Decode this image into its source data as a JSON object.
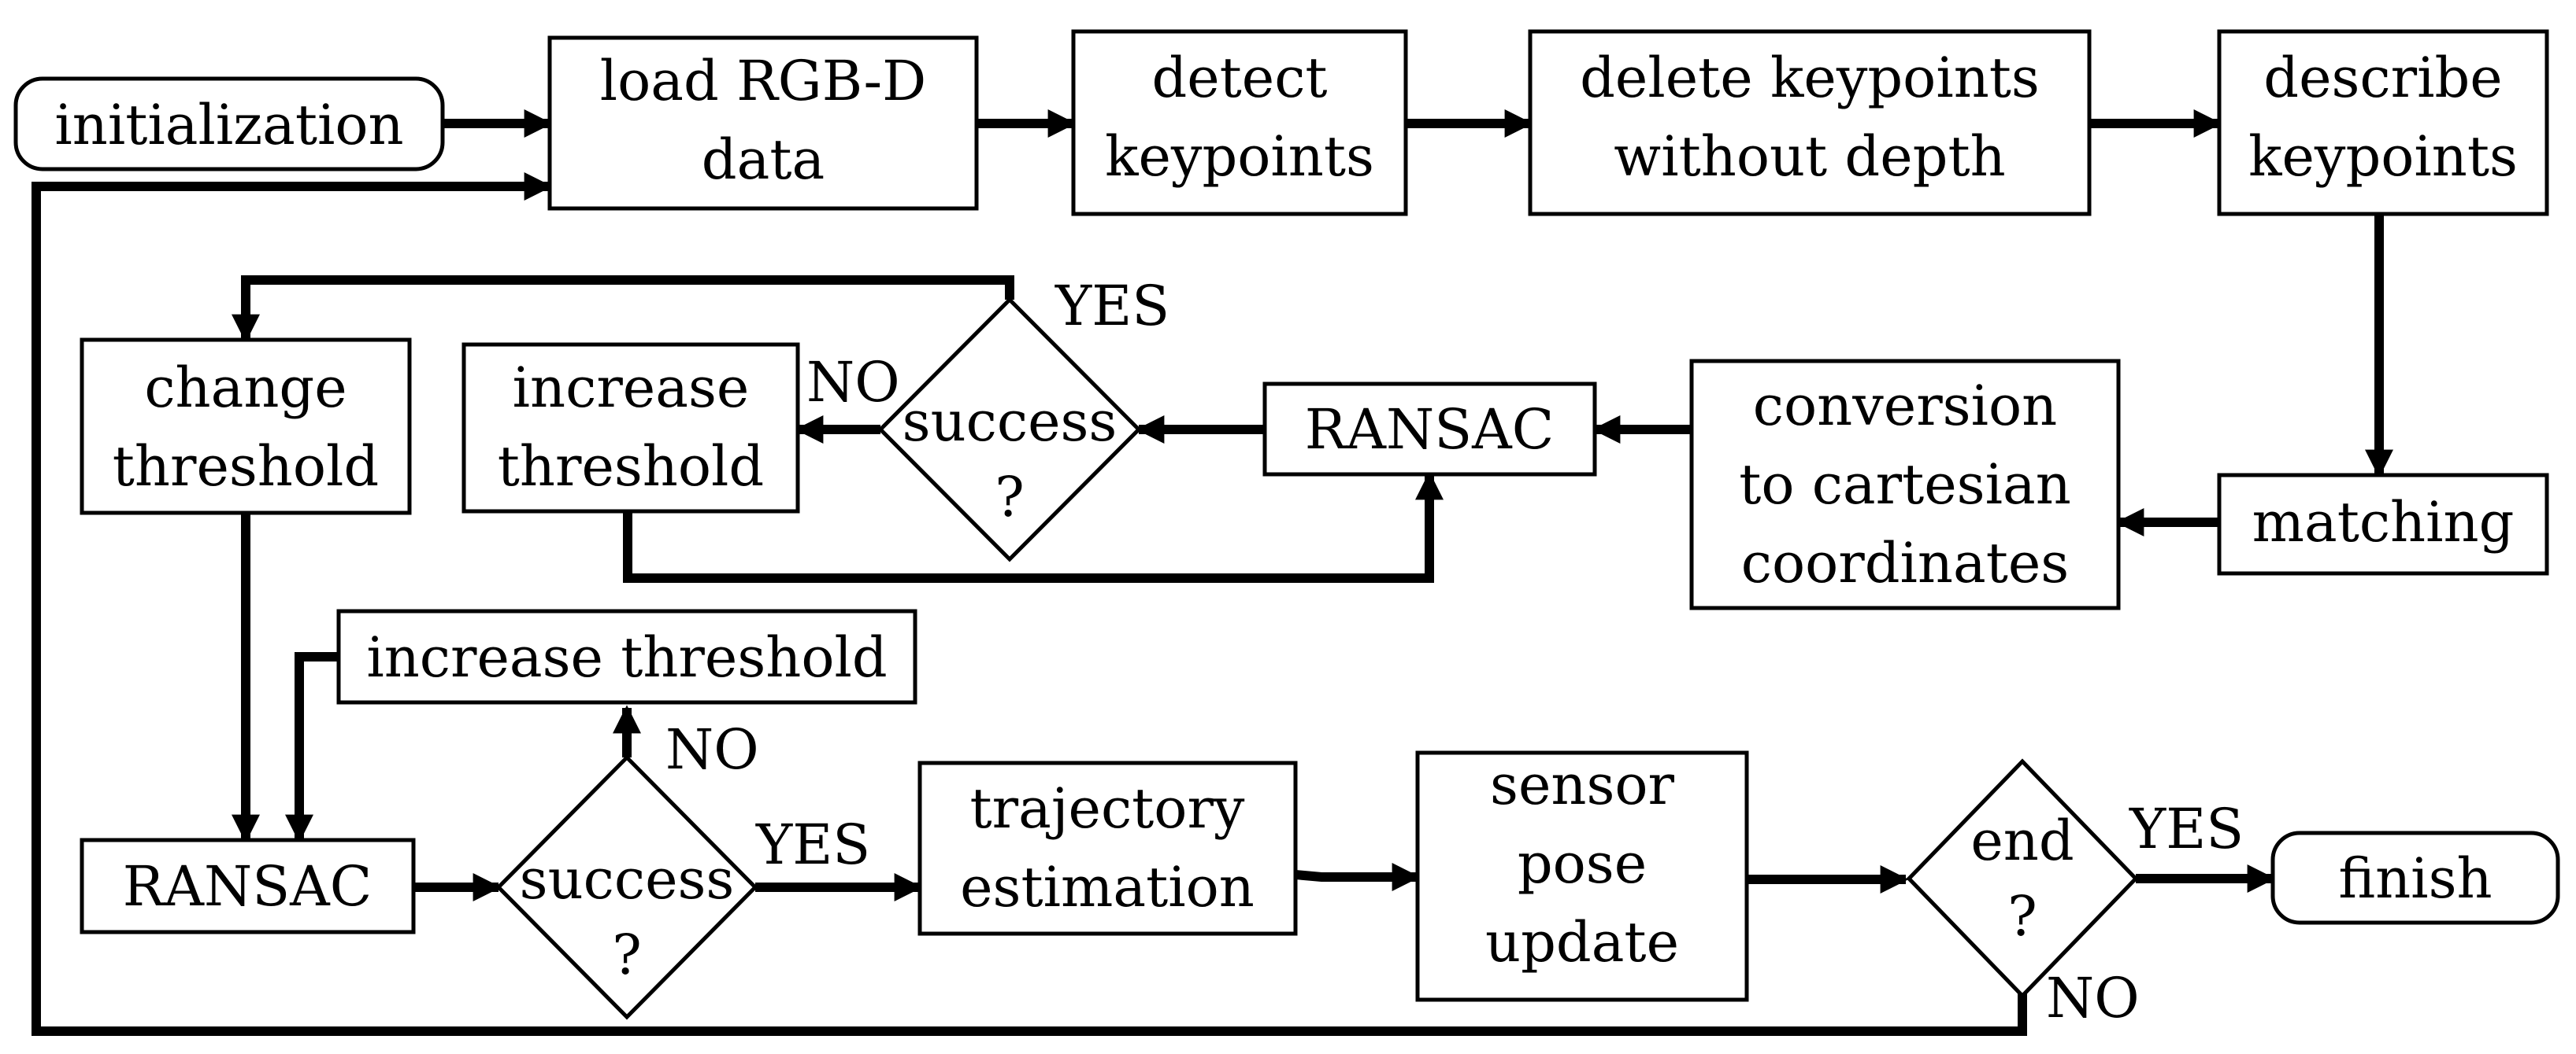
{
  "colors": {
    "stroke": "#000000",
    "background": "#ffffff"
  },
  "nodes": {
    "initialization": [
      "initialization"
    ],
    "load_rgbd": [
      "load RGB-D",
      "data"
    ],
    "detect_keypoints": [
      "detect",
      "keypoints"
    ],
    "delete_keypoints": [
      "delete keypoints",
      "without depth"
    ],
    "describe_keypoints": [
      "describe",
      "keypoints"
    ],
    "matching": [
      "matching"
    ],
    "conversion": [
      "conversion",
      "to cartesian",
      "coordinates"
    ],
    "ransac_top": [
      "RANSAC"
    ],
    "success_top": [
      "success",
      "?"
    ],
    "increase_threshold_top": [
      "increase",
      "threshold"
    ],
    "change_threshold": [
      "change",
      "threshold"
    ],
    "increase_threshold_bottom": [
      "increase threshold"
    ],
    "ransac_bottom": [
      "RANSAC"
    ],
    "success_bottom": [
      "success",
      "?"
    ],
    "trajectory_estimation": [
      "trajectory",
      "estimation"
    ],
    "sensor_pose_update": [
      "sensor",
      "pose",
      "update"
    ],
    "end": [
      "end",
      "?"
    ],
    "finish": [
      "finish"
    ]
  },
  "edge_labels": {
    "top_yes": "YES",
    "top_no": "NO",
    "bottom_no": "NO",
    "bottom_yes": "YES",
    "end_yes": "YES",
    "end_no": "NO"
  }
}
